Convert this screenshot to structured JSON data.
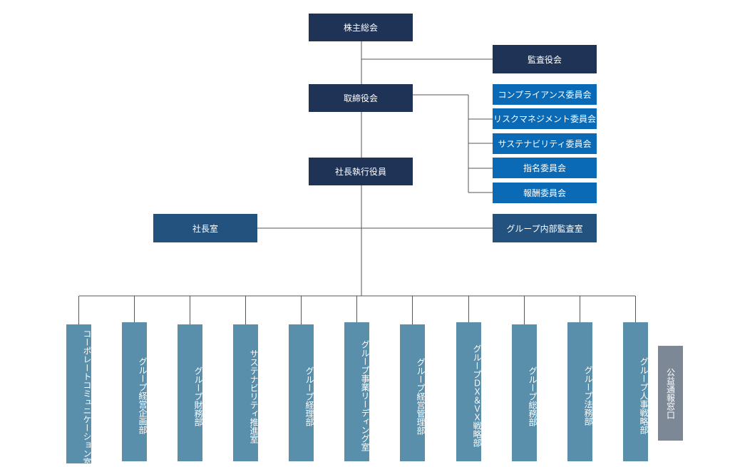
{
  "top": {
    "shareholders": "株主総会",
    "audit": "監査役会",
    "board": "取締役会",
    "executives": "社長執行役員"
  },
  "committees": [
    "コンプライアンス委員会",
    "リスクマネジメント委員会",
    "サステナビリティ委員会",
    "指名委員会",
    "報酬委員会"
  ],
  "side": {
    "president_office": "社長室",
    "internal_audit": "グループ内部監査室"
  },
  "departments": [
    "コーポレートコミュニケーション室",
    "グループ経営企画部",
    "グループ財務部",
    "サステナビリティ推進室",
    "グループ経理部",
    "グループ事業リーディング室",
    "グループ経営管理部",
    "グループＤＸ＆ＶＸ戦略部",
    "グループ総務部",
    "グループ法務部",
    "グループ人事戦略部"
  ],
  "whistleblower": "公益通報窓口",
  "colors": {
    "navy": "#1f3356",
    "committee_blue": "#0a6ab6",
    "staff_blue": "#23527f",
    "department_teal": "#5a8fac",
    "whistleblower_gray": "#7d8896",
    "line": "#555555"
  }
}
